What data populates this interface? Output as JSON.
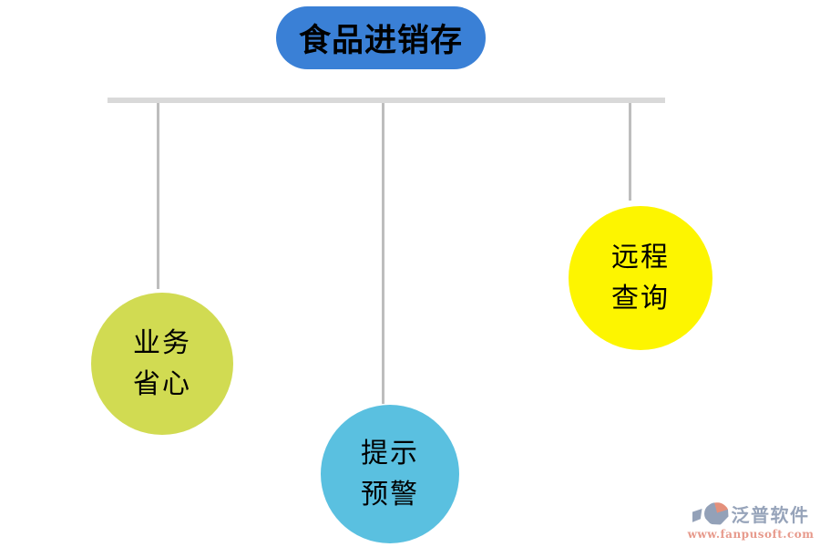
{
  "diagram": {
    "root": {
      "label": "食品进销存"
    },
    "branches": [
      {
        "id": "business",
        "line1": "业务",
        "line2": "省心",
        "color": "#d1db52"
      },
      {
        "id": "alert",
        "line1": "提示",
        "line2": "预警",
        "color": "#5ac0e0"
      },
      {
        "id": "remote",
        "line1": "远程",
        "line2": "查询",
        "color": "#fdf500"
      }
    ],
    "colors": {
      "root_fill": "#3a80d6",
      "trunk_line": "#d9d9d9",
      "drop_line": "#bdbdbd",
      "node_text": "#000000"
    }
  },
  "watermark": {
    "brand": "泛普软件",
    "url": "www.fanpusoft.com",
    "brand_color": "#97a4ba",
    "url_color": "#e79a8c",
    "logo_blue": "#93a1b8",
    "logo_salmon": "#e4907b"
  }
}
